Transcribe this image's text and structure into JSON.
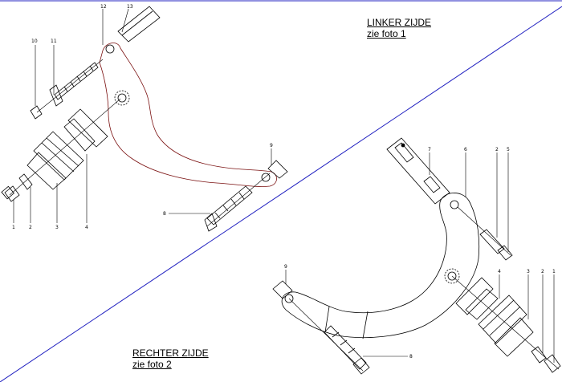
{
  "left_side": {
    "title": "LINKER ZIJDE",
    "subtitle": "zie foto 1",
    "callouts": [
      "1",
      "2",
      "3",
      "4",
      "8",
      "9",
      "10",
      "11",
      "12",
      "13"
    ]
  },
  "right_side": {
    "title": "RECHTER ZIJDE",
    "subtitle": "zie foto 2",
    "callouts": [
      "1",
      "2",
      "3",
      "4",
      "5",
      "6",
      "7",
      "8",
      "9",
      "2"
    ]
  },
  "colors": {
    "divider": "#2020c0",
    "bracket_outline": "#7a1010",
    "ink": "#000000"
  }
}
